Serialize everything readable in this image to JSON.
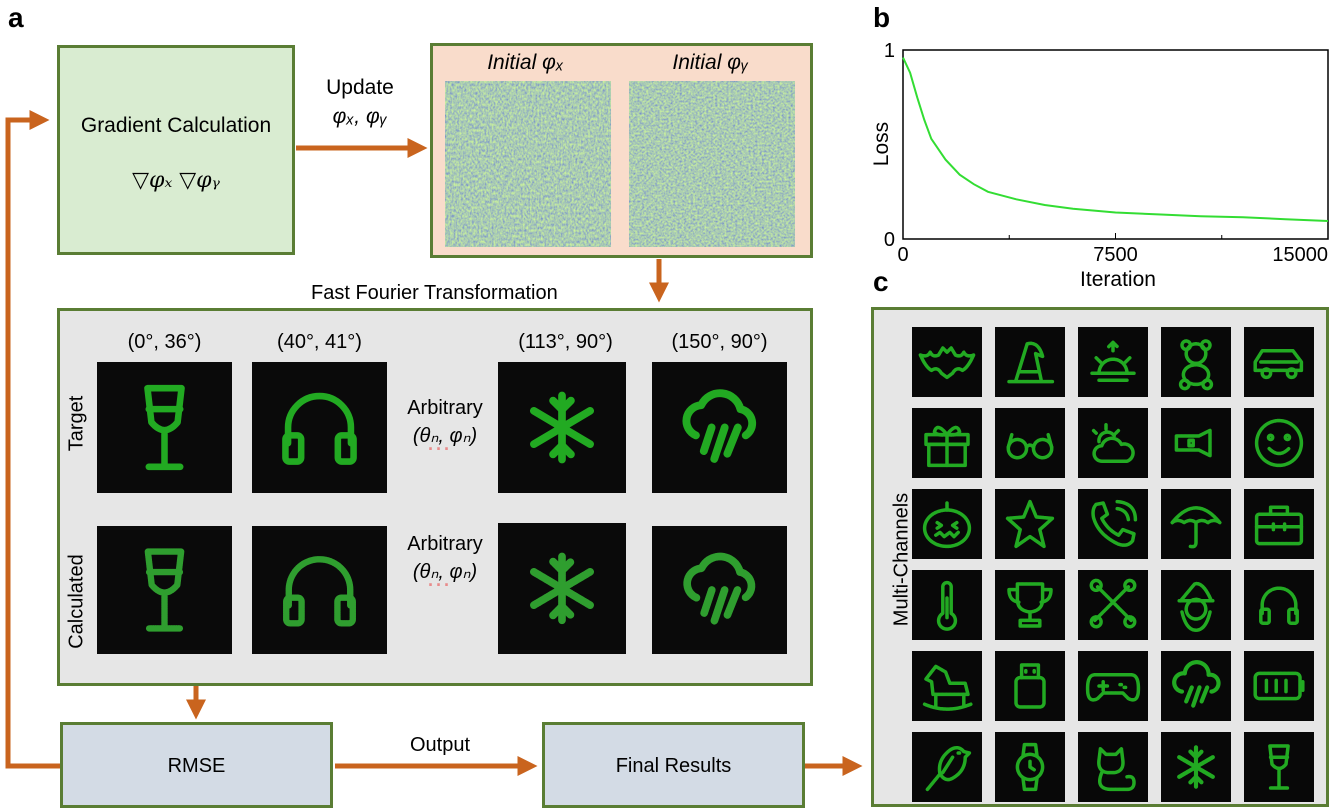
{
  "panels": {
    "a": "a",
    "b": "b",
    "c": "c"
  },
  "colors": {
    "box_border": "#5a7d34",
    "arrow": "#c9641e",
    "icon_green": "#22aa22",
    "gradient_box_fill": "#d9ecd1",
    "fft_box_fill": "#e6e6e6",
    "phase_box_fill": "#f9dccb",
    "rmse_fill": "#d3dbe5",
    "loss_line": "#33dd33"
  },
  "gradient": {
    "title": "Gradient Calculation",
    "formula": "▽φₓ ▽φᵧ"
  },
  "update": {
    "line1": "Update",
    "line2": "φₓ, φᵧ"
  },
  "phases": {
    "label_x": "Initial φₓ",
    "label_y": "Initial φᵧ"
  },
  "fft": {
    "label": "Fast Fourier Transformation"
  },
  "angles": [
    "(0°, 36°)",
    "(40°, 41°)",
    "(113°, 90°)",
    "(150°, 90°)"
  ],
  "rows": {
    "target": "Target",
    "calculated": "Calculated"
  },
  "arbitrary": {
    "line1": "Arbitrary",
    "line2": "(θₙ, φₙ)",
    "dots": "···"
  },
  "target_icons": [
    "wine-glass-icon",
    "headphones-icon",
    "snowflake-icon",
    "rain-cloud-icon"
  ],
  "rmse": {
    "label": "RMSE"
  },
  "output": {
    "label": "Output"
  },
  "final": {
    "label": "Final Results"
  },
  "chart_data": {
    "type": "line",
    "title": "",
    "xlabel": "Iteration",
    "ylabel": "Loss",
    "xlim": [
      0,
      15000
    ],
    "ylim": [
      0,
      1
    ],
    "xticks": [
      "0",
      "7500",
      "15000"
    ],
    "yticks": [
      "0",
      "1"
    ],
    "x": [
      0,
      250,
      500,
      750,
      1000,
      1500,
      2000,
      2500,
      3000,
      4000,
      5000,
      6000,
      7500,
      9000,
      10500,
      12000,
      13500,
      15000
    ],
    "y": [
      0.96,
      0.88,
      0.75,
      0.63,
      0.53,
      0.42,
      0.34,
      0.29,
      0.25,
      0.21,
      0.18,
      0.16,
      0.14,
      0.13,
      0.12,
      0.115,
      0.105,
      0.095
    ],
    "color": "#33dd33"
  },
  "multi_channels": {
    "label": "Multi-Channels",
    "icons": [
      [
        "bat-icon",
        "witch-hat-icon",
        "sunrise-icon",
        "teddy-bear-icon",
        "car-icon"
      ],
      [
        "gift-icon",
        "glasses-icon",
        "partly-cloudy-icon",
        "flashlight-icon",
        "smiley-icon"
      ],
      [
        "pumpkin-icon",
        "star-icon",
        "phone-call-icon",
        "umbrella-icon",
        "toolbox-icon"
      ],
      [
        "thermometer-icon",
        "trophy-icon",
        "bone-cross-icon",
        "santa-icon",
        "headphones-icon"
      ],
      [
        "rocking-horse-icon",
        "usb-drive-icon",
        "gamepad-icon",
        "rain-cloud-icon",
        "battery-icon"
      ],
      [
        "bird-icon",
        "watch-icon",
        "cat-icon",
        "snowflake-icon",
        "wine-glass-icon"
      ]
    ]
  }
}
